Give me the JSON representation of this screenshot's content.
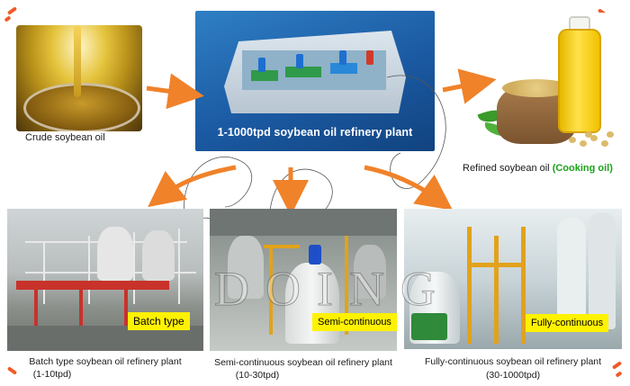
{
  "labels": {
    "crude": "Crude soybean oil",
    "plant": "1-1000tpd soybean oil refinery plant",
    "refined_prefix": "Refined soybean oil ",
    "refined_highlight": "(Cooking oil)"
  },
  "tags": {
    "batch": "Batch type",
    "semi": "Semi-continuous",
    "full": "Fully-continuous"
  },
  "captions": {
    "batch_line1": "Batch type soybean oil refinery plant",
    "batch_line2": "(1-10tpd)",
    "semi_line1": "Semi-continuous soybean oil refinery plant",
    "semi_line2": "(10-30tpd)",
    "full_line1": "Fully-continuous soybean oil refinery plant",
    "full_line2": "(30-1000tpd)"
  },
  "watermark": "DOING",
  "colors": {
    "arrow": "#f0822a",
    "highlight_green": "#1aa31a",
    "tag_yellow": "#fff200",
    "plant_panel": "#1b5aa3",
    "corner_dash": "#f05a28"
  }
}
